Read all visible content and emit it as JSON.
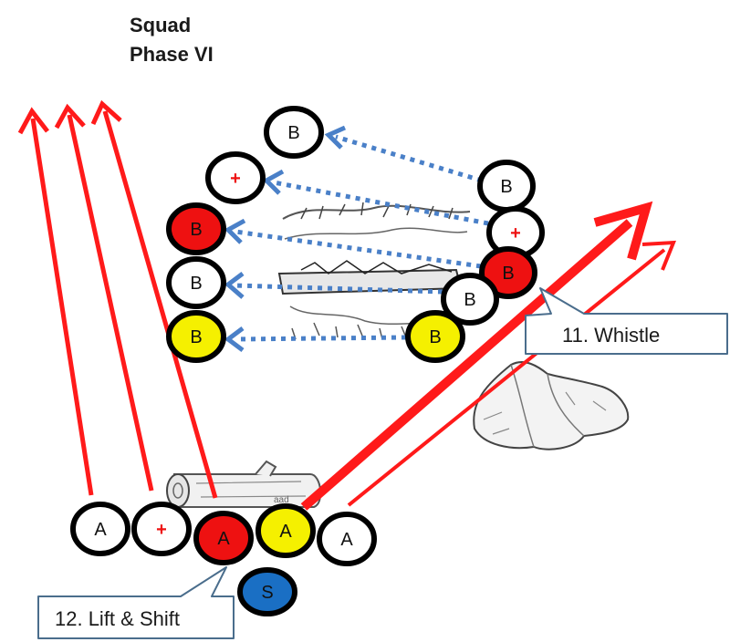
{
  "title": {
    "line1": "Squad",
    "line2": "Phase VI"
  },
  "callouts": {
    "whistle": "11. Whistle",
    "lift_shift": "12.  Lift & Shift"
  },
  "colors": {
    "arrow_red": "#ff1a1a",
    "dotted_blue": "#4a80c8",
    "node_red": "#ee1111",
    "node_yellow": "#f5f000",
    "node_blue": "#1a6fc4",
    "node_white": "#ffffff",
    "outline": "#000000",
    "callout_border": "#4a6d8c"
  },
  "nodes": {
    "b_top": {
      "label": "B",
      "fill": "white"
    },
    "plus_left": {
      "label": "+",
      "fill": "white"
    },
    "b_red_left": {
      "label": "B",
      "fill": "red"
    },
    "b_white_left": {
      "label": "B",
      "fill": "white"
    },
    "b_yellow_left": {
      "label": "B",
      "fill": "yellow"
    },
    "b_right_top": {
      "label": "B",
      "fill": "white"
    },
    "plus_right": {
      "label": "+",
      "fill": "white"
    },
    "b_red_right": {
      "label": "B",
      "fill": "red"
    },
    "b_white_right": {
      "label": "B",
      "fill": "white"
    },
    "b_yellow_right": {
      "label": "B",
      "fill": "yellow"
    },
    "a_1": {
      "label": "A",
      "fill": "white"
    },
    "plus_bottom": {
      "label": "+",
      "fill": "white"
    },
    "a_red": {
      "label": "A",
      "fill": "red"
    },
    "a_yellow": {
      "label": "A",
      "fill": "yellow"
    },
    "a_5": {
      "label": "A",
      "fill": "white"
    },
    "s": {
      "label": "S",
      "fill": "blue"
    }
  },
  "icons": {
    "log": "log-sketch",
    "rocks": "rock-sketch",
    "brush": "brush-log-sketch"
  }
}
